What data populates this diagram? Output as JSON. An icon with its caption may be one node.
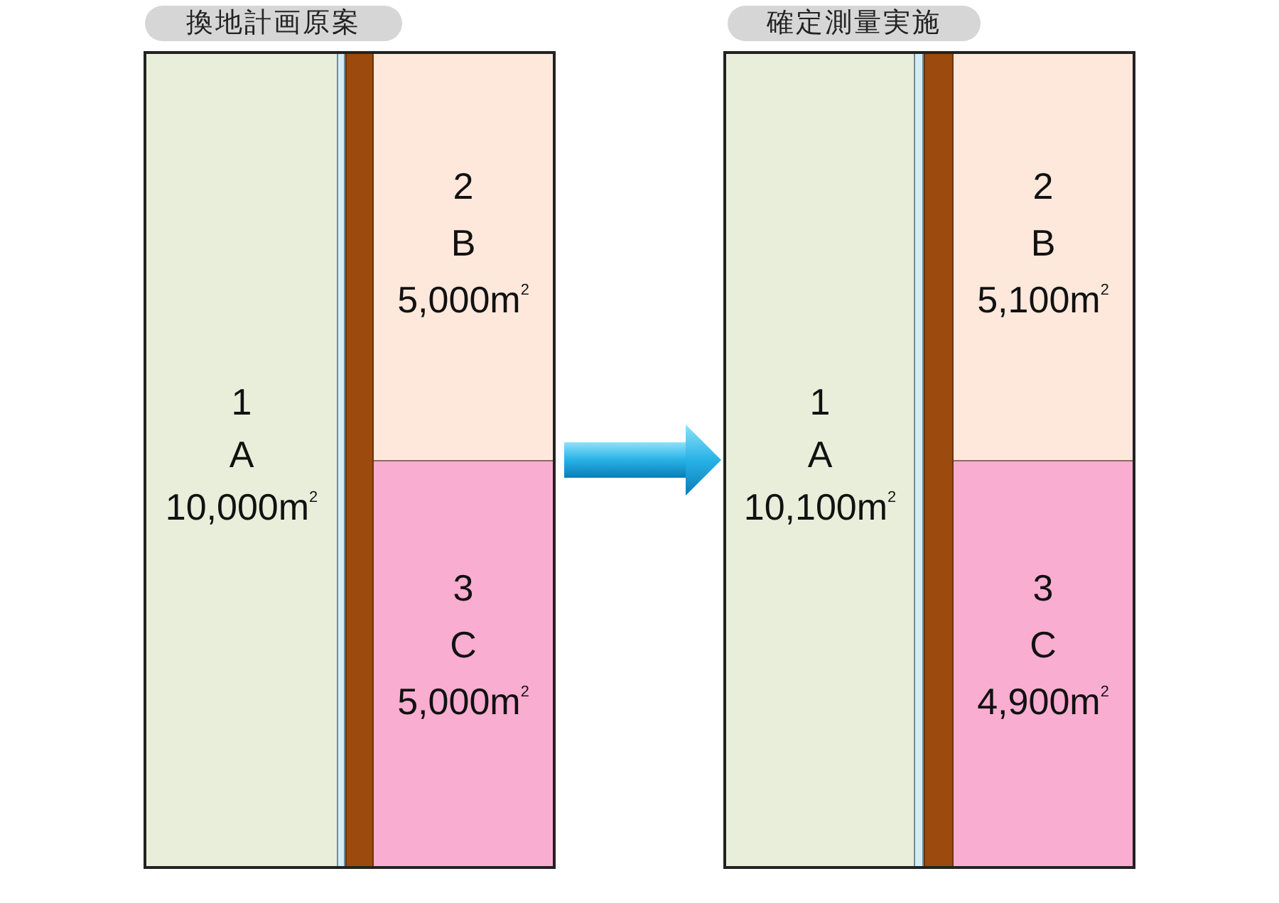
{
  "diagram": {
    "nodes": [
      {
        "text": [
          "換地計画原案"
        ]
      },
      {
        "text": [
          "1",
          "A",
          "10,000m$^{2}$"
        ],
        "in": 0
      },
      {
        "text": [],
        "shape": "bar",
        "in": 0
      },
      {
        "text": [],
        "shape": "bar",
        "in": 0
      },
      {
        "text": [
          "2",
          "B",
          "5,000m$^{2}$"
        ],
        "in": 0
      },
      {
        "text": [
          "3",
          "C",
          "5,000m$^{2}$"
        ],
        "in": 0
      },
      {
        "text": [
          "確定測量実施"
        ]
      },
      {
        "text": [
          "1",
          "A",
          "10,100m$^{2}$"
        ],
        "in": 6
      },
      {
        "text": [],
        "shape": "bar",
        "in": 6
      },
      {
        "text": [],
        "shape": "bar",
        "in": 6
      },
      {
        "text": [
          "2",
          "B",
          "5,100m$^{2}$"
        ],
        "in": 6
      },
      {
        "text": [
          "3",
          "C",
          "4,900m$^{2}$"
        ],
        "in": 6
      }
    ],
    "edges": [
      {
        "from": 0,
        "to": 6,
        "arrow": "to",
        "style": "thick"
      }
    ]
  }
}
